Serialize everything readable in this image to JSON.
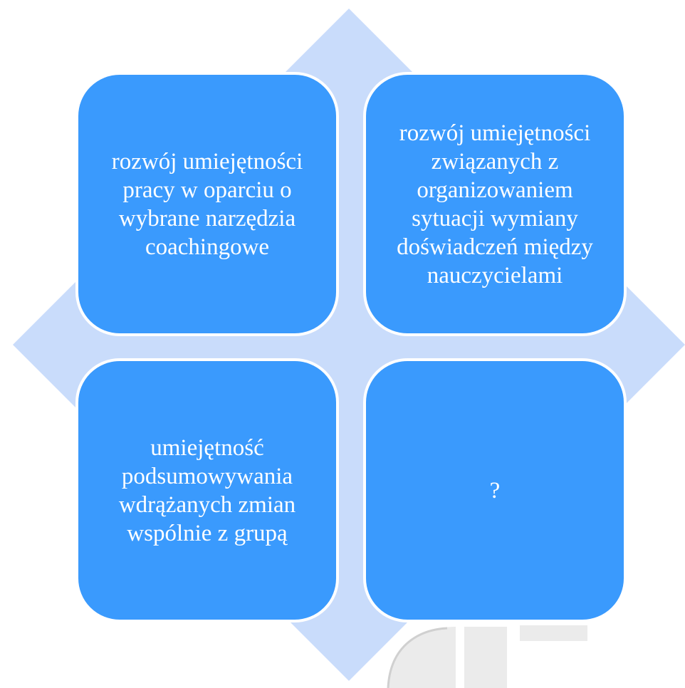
{
  "diagram": {
    "colors": {
      "background_diamond": "#c9dcfb",
      "card_fill": "#3a9afd",
      "card_border": "#ffffff",
      "card_text": "#ffffff"
    },
    "cards": [
      {
        "text": "rozwój umiejętności pracy w oparciu o wybrane narzędzia coachingowe"
      },
      {
        "text": "rozwój umiejętności związanych z organizowaniem sytuacji wymiany doświadczeń między nauczycielami"
      },
      {
        "text": "umiejętność podsumowywania wdrążanych zmian wspólnie z grupą"
      },
      {
        "text": "?"
      }
    ]
  }
}
